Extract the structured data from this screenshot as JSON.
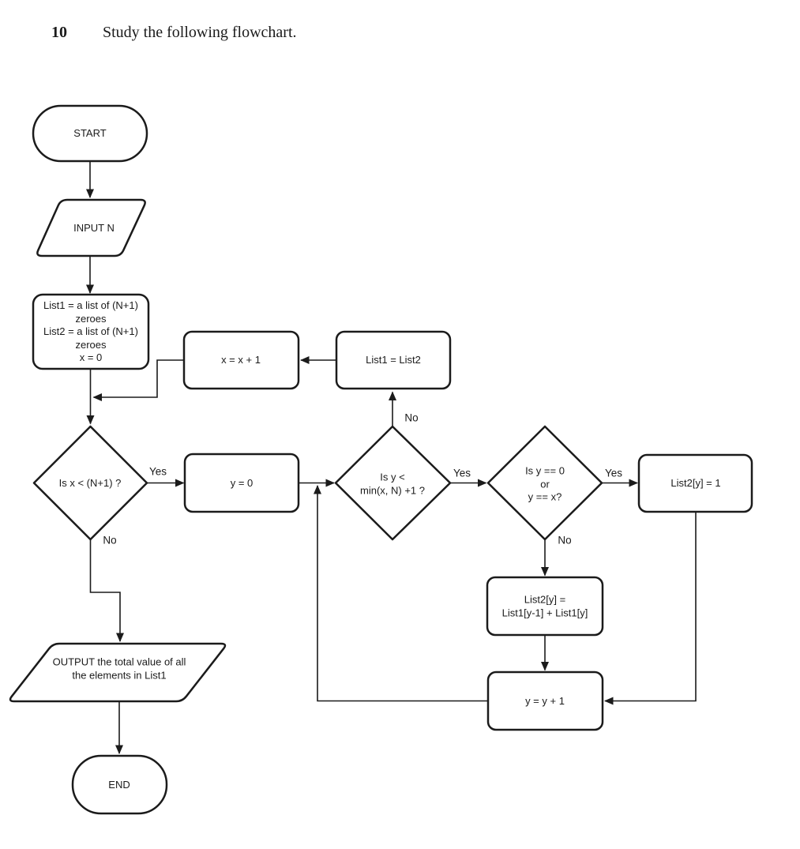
{
  "header": {
    "number": "10",
    "prompt": "Study the following flowchart."
  },
  "nodes": {
    "start": {
      "label": "START"
    },
    "input_n": {
      "label": "INPUT N"
    },
    "init": {
      "label": "List1 = a list of (N+1)\nzeroes\nList2 = a list of (N+1)\nzeroes\nx = 0"
    },
    "cond_x": {
      "label": "Is x < (N+1) ?"
    },
    "x_inc": {
      "label": "x = x + 1"
    },
    "copy_list": {
      "label": "List1 = List2"
    },
    "y_zero": {
      "label": "y = 0"
    },
    "cond_y": {
      "label": "Is y <\nmin(x, N) +1 ?"
    },
    "cond_edge": {
      "label": "Is y == 0\nor\ny == x?"
    },
    "set_one": {
      "label": "List2[y] = 1"
    },
    "pascal": {
      "label": "List2[y] =\nList1[y-1] + List1[y]"
    },
    "y_inc": {
      "label": "y = y + 1"
    },
    "output": {
      "label": "OUTPUT the total value of all\nthe elements in List1"
    },
    "end": {
      "label": "END"
    }
  },
  "edge_labels": {
    "cond_x_yes": "Yes",
    "cond_x_no": "No",
    "cond_y_yes": "Yes",
    "cond_y_no": "No",
    "cond_edge_yes": "Yes",
    "cond_edge_no": "No"
  },
  "colors": {
    "ink": "#1b1b1b",
    "background": "#ffffff"
  }
}
